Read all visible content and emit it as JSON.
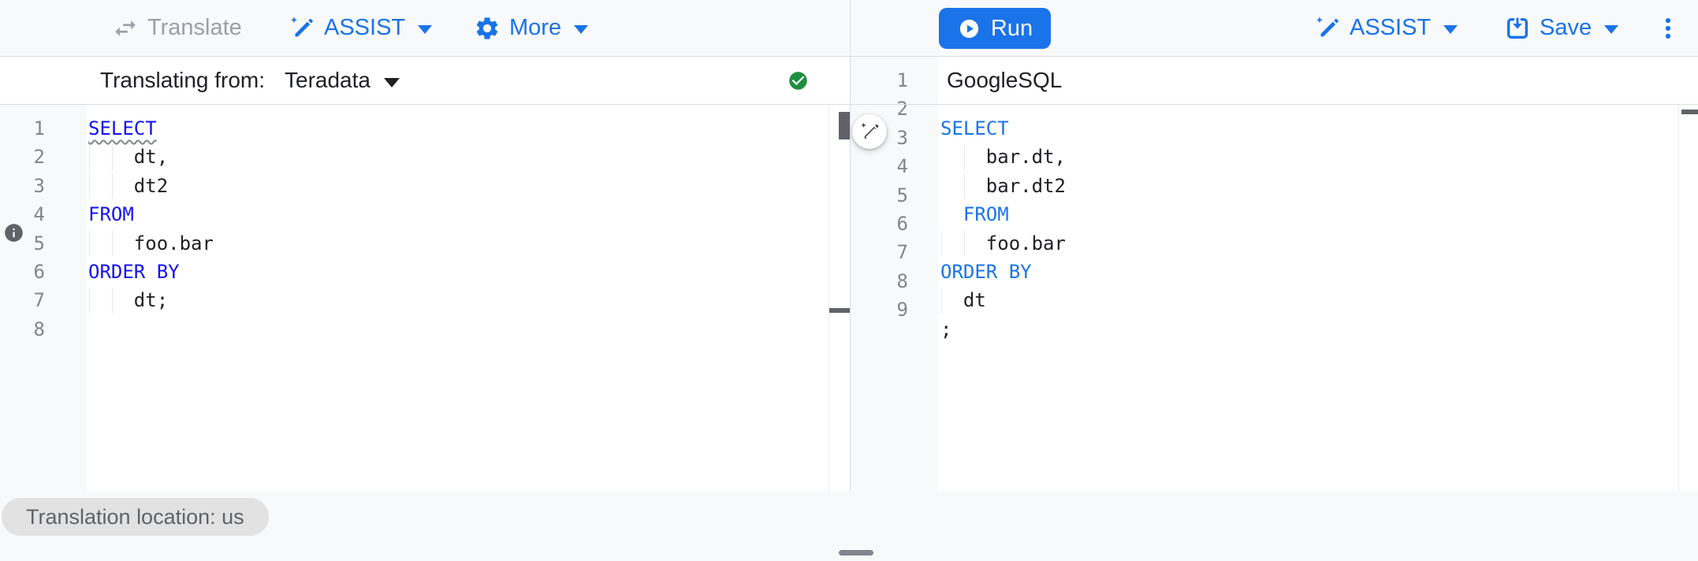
{
  "colors": {
    "accent_blue": "#1a73e8",
    "disabled_gray": "#9aa0a6",
    "keyword_left": "#1313ee",
    "keyword_right": "#1a73e8",
    "status_green": "#1e8e3e",
    "code_text": "#202124",
    "line_number_gray": "#80868b"
  },
  "toolbar": {
    "translate_label": "Translate",
    "assist_left_label": "ASSIST",
    "more_label": "More",
    "run_label": "Run",
    "assist_right_label": "ASSIST",
    "save_label": "Save"
  },
  "icons": {
    "translate": "swap-arrows",
    "assist": "sparkle-pen",
    "more": "gear",
    "run": "play-circle",
    "save": "save-arrow",
    "overflow": "kebab-vertical",
    "source_status": "check-circle",
    "line_annotation": "info-circle",
    "editor_fab": "sparkle-pen"
  },
  "left_panel": {
    "header": {
      "label": "Translating from:",
      "dialect": "Teradata"
    },
    "editor": {
      "lines": [
        {
          "num": "1",
          "guides": [],
          "tokens": [
            {
              "text": "SELECT",
              "type": "keyword",
              "wavy": true
            }
          ]
        },
        {
          "num": "2",
          "guides": [
            0,
            2
          ],
          "tokens": [
            {
              "text": "    dt,",
              "type": "plain"
            }
          ]
        },
        {
          "num": "3",
          "guides": [
            0,
            2
          ],
          "tokens": [
            {
              "text": "    dt2",
              "type": "plain"
            }
          ]
        },
        {
          "num": "4",
          "guides": [],
          "tokens": [
            {
              "text": "FROM",
              "type": "keyword"
            }
          ]
        },
        {
          "num": "5",
          "guides": [
            0,
            2
          ],
          "tokens": [
            {
              "text": "    foo.bar",
              "type": "plain"
            }
          ]
        },
        {
          "num": "6",
          "guides": [],
          "tokens": [
            {
              "text": "ORDER BY",
              "type": "keyword"
            }
          ]
        },
        {
          "num": "7",
          "guides": [
            0,
            2
          ],
          "tokens": [
            {
              "text": "    dt;",
              "type": "plain"
            }
          ]
        },
        {
          "num": "8",
          "guides": [],
          "tokens": []
        }
      ]
    }
  },
  "right_panel": {
    "header": {
      "label": "GoogleSQL"
    },
    "editor": {
      "lines": [
        {
          "num": "1",
          "guides": [],
          "tokens": [
            {
              "text": "SELECT",
              "type": "keyword"
            }
          ]
        },
        {
          "num": "2",
          "guides": [
            2
          ],
          "tokens": [
            {
              "text": "    bar.dt,",
              "type": "plain"
            }
          ]
        },
        {
          "num": "3",
          "guides": [
            2
          ],
          "tokens": [
            {
              "text": "    bar.dt2",
              "type": "plain"
            }
          ]
        },
        {
          "num": "4",
          "guides": [],
          "tokens": [
            {
              "text": "  FROM",
              "type": "keyword"
            }
          ]
        },
        {
          "num": "5",
          "guides": [
            0,
            2
          ],
          "tokens": [
            {
              "text": "    foo.bar",
              "type": "plain"
            }
          ]
        },
        {
          "num": "6",
          "guides": [],
          "tokens": [
            {
              "text": "ORDER BY",
              "type": "keyword"
            }
          ]
        },
        {
          "num": "7",
          "guides": [
            0
          ],
          "tokens": [
            {
              "text": "  dt",
              "type": "plain"
            }
          ]
        },
        {
          "num": "8",
          "guides": [],
          "tokens": [
            {
              "text": ";",
              "type": "plain"
            }
          ]
        },
        {
          "num": "9",
          "guides": [],
          "tokens": []
        }
      ]
    }
  },
  "footer": {
    "location_chip": "Translation location: us"
  }
}
